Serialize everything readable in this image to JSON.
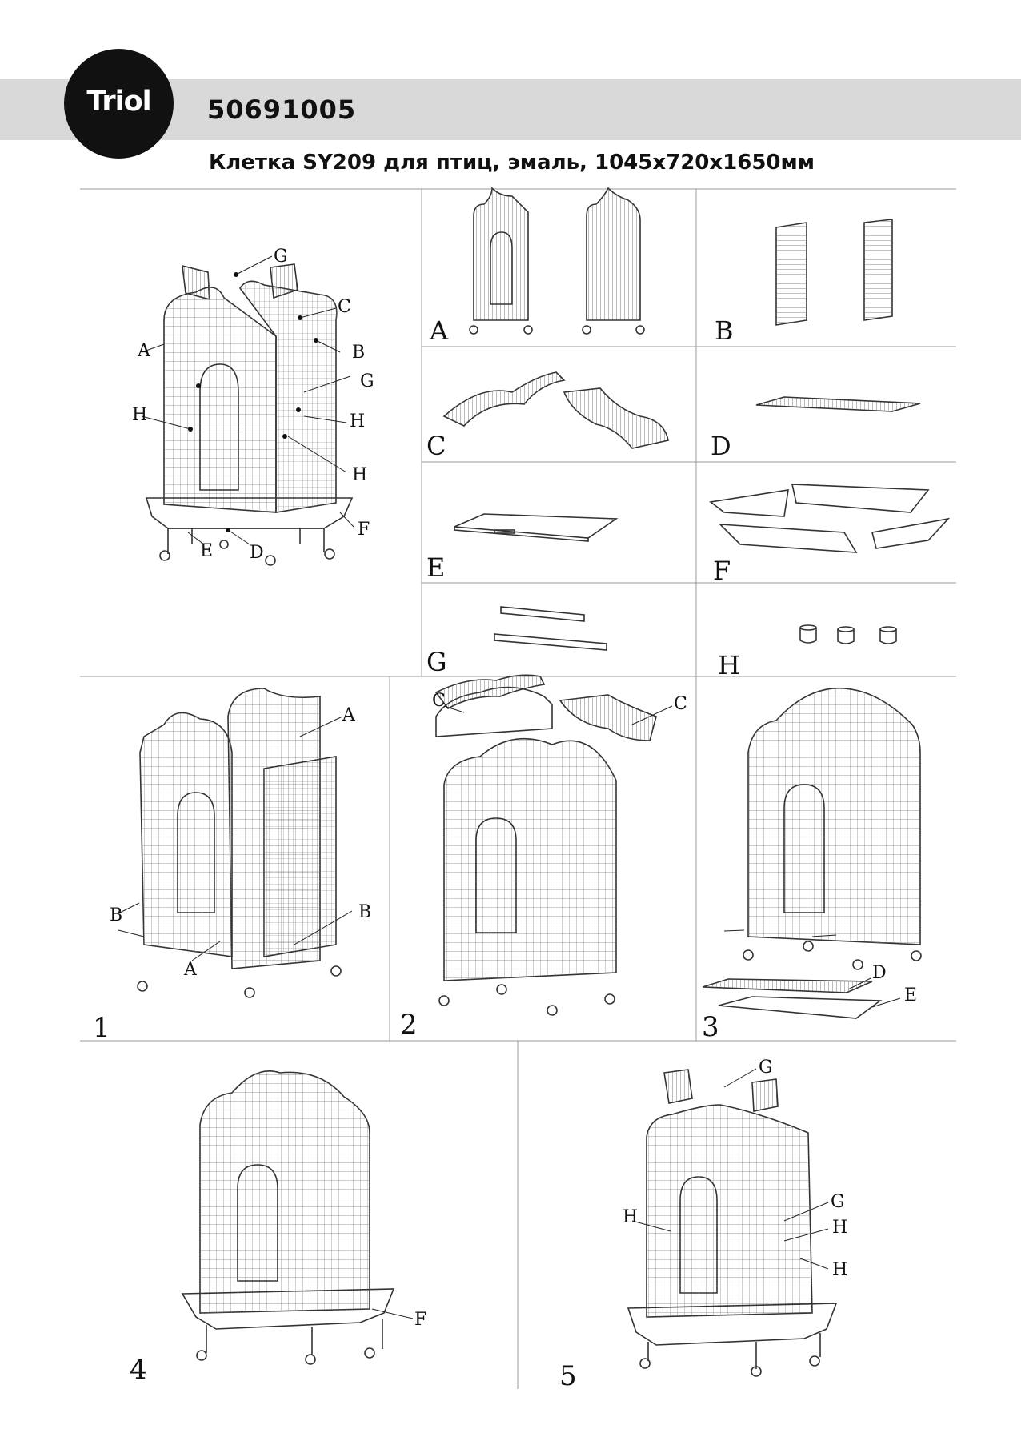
{
  "header": {
    "logo_text": "Triol",
    "article": "50691005",
    "title": "Клетка SY209 для птиц, эмаль, 1045x720x1650мм"
  },
  "overview_labels": [
    "G",
    "C",
    "A",
    "B",
    "G",
    "H",
    "H",
    "H",
    "F",
    "E",
    "D"
  ],
  "parts": [
    {
      "id": "A"
    },
    {
      "id": "B"
    },
    {
      "id": "C"
    },
    {
      "id": "D"
    },
    {
      "id": "E"
    },
    {
      "id": "F"
    },
    {
      "id": "G"
    },
    {
      "id": "H"
    }
  ],
  "steps": [
    {
      "number": "1",
      "labels": [
        "A",
        "B",
        "B",
        "A"
      ]
    },
    {
      "number": "2",
      "labels": [
        "C",
        "C"
      ]
    },
    {
      "number": "3",
      "labels": [
        "D",
        "E"
      ]
    },
    {
      "number": "4",
      "labels": [
        "F"
      ]
    },
    {
      "number": "5",
      "labels": [
        "G",
        "G",
        "H",
        "H",
        "H"
      ]
    }
  ],
  "colors": {
    "band": "#d9d9d9",
    "logo_bg": "#111111",
    "lines": "#333333"
  }
}
